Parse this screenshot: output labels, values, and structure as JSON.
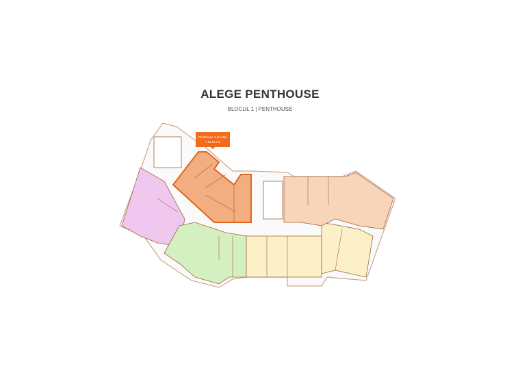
{
  "header": {
    "title": "ALEGE PENTHOUSE",
    "subtitle": "BLOCUL 1 | PENTHOUSE"
  },
  "tooltip": {
    "name": "Penthouse 1 (3 odăi)",
    "area": "≈ 95,94 m2"
  },
  "colors": {
    "selected": "#f0a06a",
    "selected_border": "#e0661c",
    "pink": "#f0c8ef",
    "green": "#d4f0c0",
    "yellow": "#fbf0c8",
    "peach": "#f8d4b8",
    "wall": "#a0623a",
    "tooltip": "#f26a1b"
  }
}
